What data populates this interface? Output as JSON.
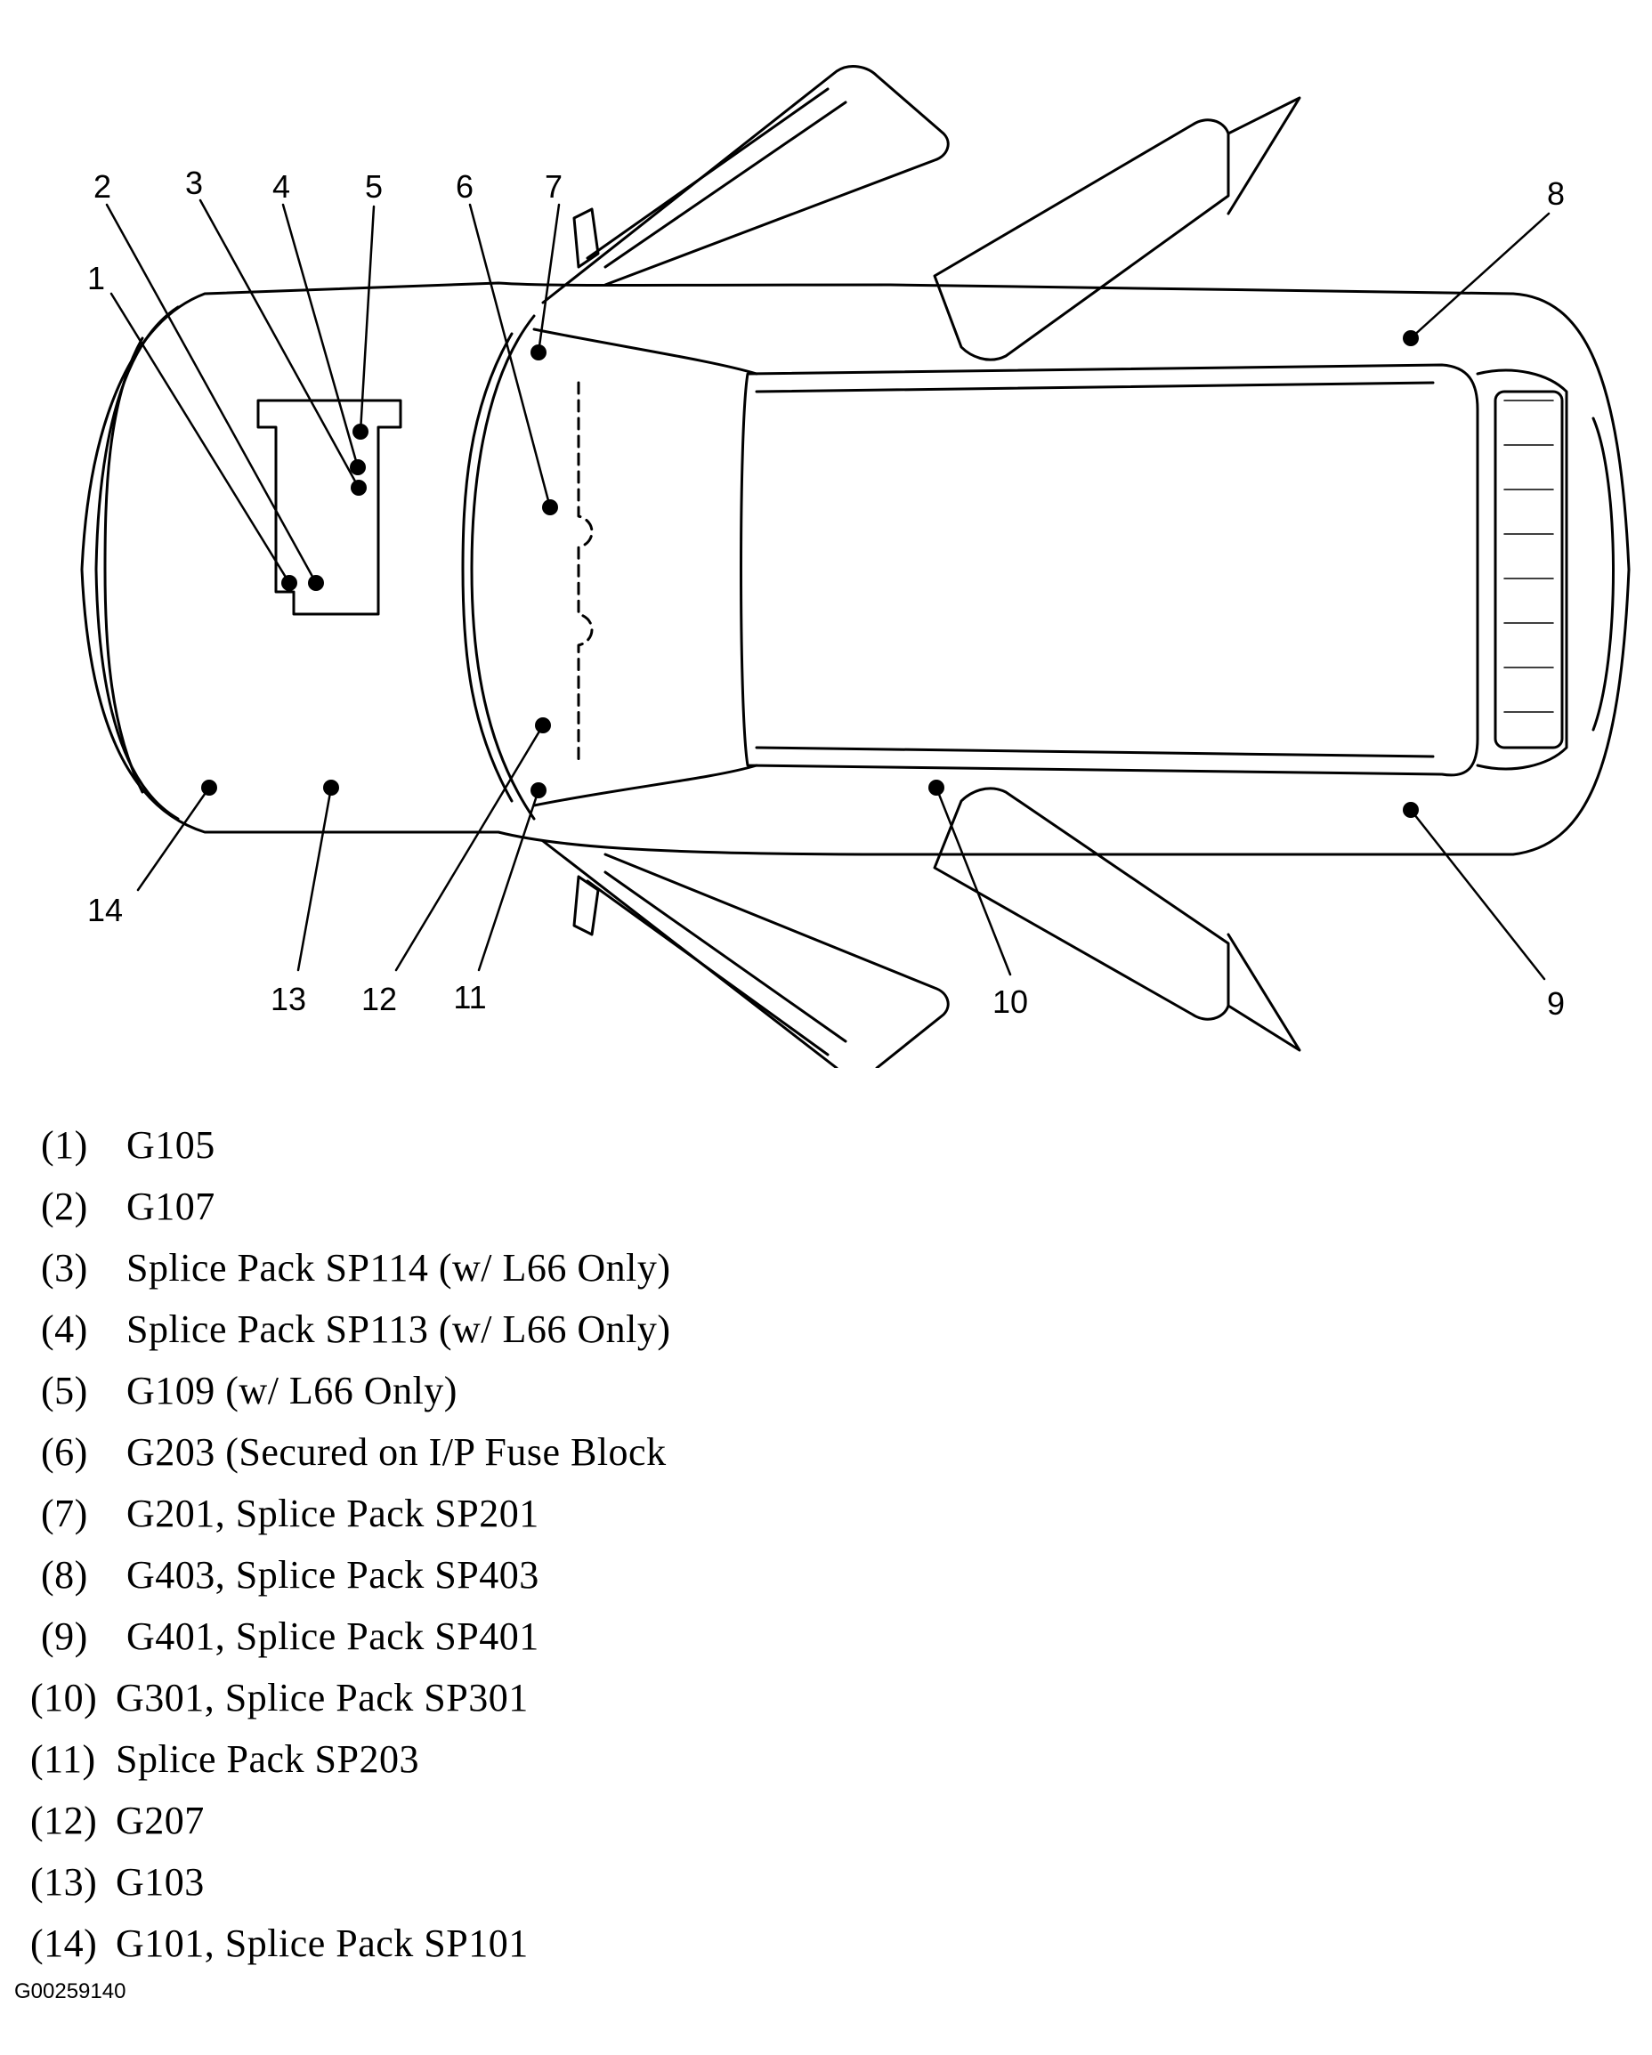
{
  "callouts": [
    {
      "num": "1",
      "code": "(1)",
      "text": "G105"
    },
    {
      "num": "2",
      "code": "(2)",
      "text": "G107"
    },
    {
      "num": "3",
      "code": "(3)",
      "text": "Splice Pack SP114 (w/ L66 Only)"
    },
    {
      "num": "4",
      "code": "(4)",
      "text": "Splice Pack SP113 (w/ L66 Only)"
    },
    {
      "num": "5",
      "code": "(5)",
      "text": "G109 (w/ L66 Only)"
    },
    {
      "num": "6",
      "code": "(6)",
      "text": "G203 (Secured on I/P Fuse Block"
    },
    {
      "num": "7",
      "code": "(7)",
      "text": "G201, Splice Pack SP201"
    },
    {
      "num": "8",
      "code": "(8)",
      "text": "G403, Splice Pack SP403"
    },
    {
      "num": "9",
      "code": "(9)",
      "text": "G401, Splice Pack SP401"
    },
    {
      "num": "10",
      "code": "(10)",
      "text": "G301, Splice Pack SP301"
    },
    {
      "num": "11",
      "code": "(11)",
      "text": "Splice Pack SP203"
    },
    {
      "num": "12",
      "code": "(12)",
      "text": "G207"
    },
    {
      "num": "13",
      "code": "(13)",
      "text": "G103"
    },
    {
      "num": "14",
      "code": "(14)",
      "text": "G101, Splice Pack SP101"
    }
  ],
  "figure_id": "G00259140",
  "colors": {
    "line": "#000000",
    "background": "#ffffff"
  }
}
